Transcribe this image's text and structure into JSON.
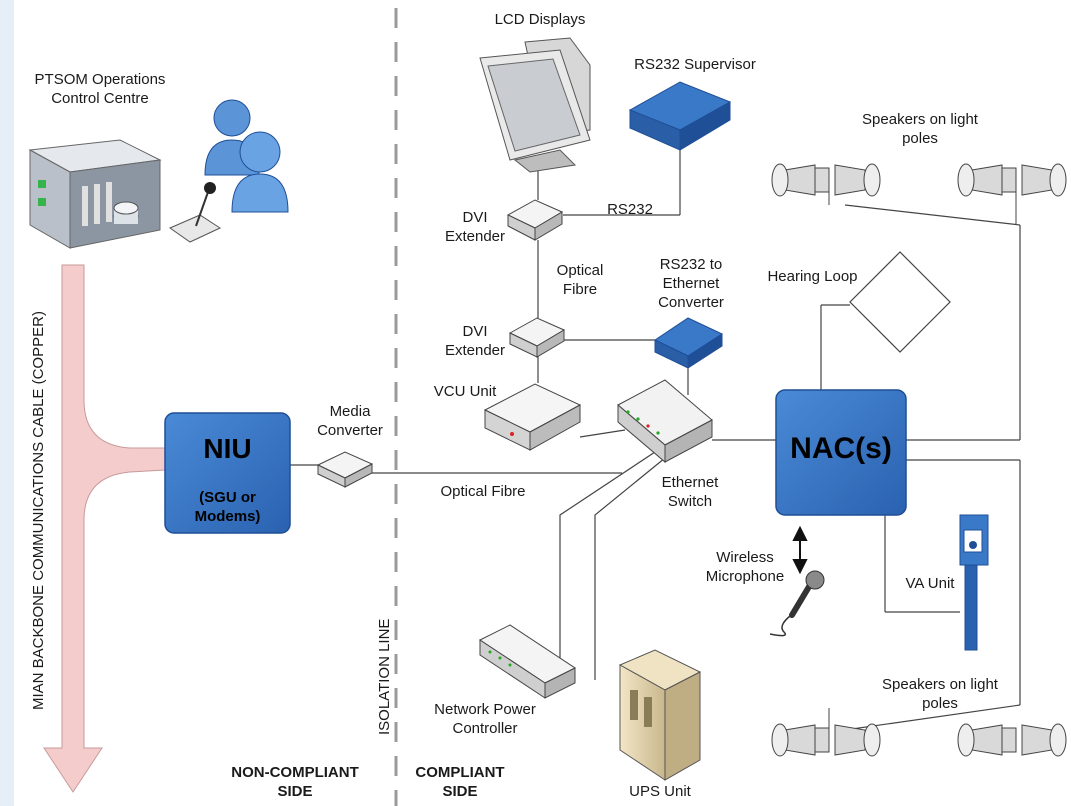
{
  "labels": {
    "ops_centre": "PTSOM Operations\nControl Centre",
    "backbone": "MIAN BACKBONE COMMUNICATIONS CABLE (COPPER)",
    "niu_title": "NIU",
    "niu_sub": "(SGU or\nModems)",
    "media_converter": "Media\nConverter",
    "optical_fibre_bottom": "Optical Fibre",
    "isolation_line": "ISOLATION LINE",
    "non_compliant": "NON-COMPLIANT\nSIDE",
    "compliant": "COMPLIANT\nSIDE",
    "lcd_displays": "LCD Displays",
    "rs232_supervisor": "RS232 Supervisor",
    "rs232": "RS232",
    "dvi_extender_top": "DVI\nExtender",
    "optical_fibre_mid": "Optical\nFibre",
    "rs232_to_ethernet": "RS232 to\nEthernet\nConverter",
    "dvi_extender_bottom": "DVI\nExtender",
    "vcu_unit": "VCU Unit",
    "ethernet_switch": "Ethernet\nSwitch",
    "hearing_loop": "Hearing Loop",
    "nac": "NAC(s)",
    "speakers_top": "Speakers on light\npoles",
    "speakers_bottom": "Speakers on light\npoles",
    "wireless_microphone": "Wireless\nMicrophone",
    "va_unit": "VA Unit",
    "network_power_controller": "Network Power\nController",
    "ups_unit": "UPS Unit"
  },
  "colors": {
    "device_blue": "#3a78c8",
    "device_blue_dark": "#1f4f96",
    "arrow_pink": "#f2c9c9",
    "isolation_gray": "#9a9a9a"
  }
}
